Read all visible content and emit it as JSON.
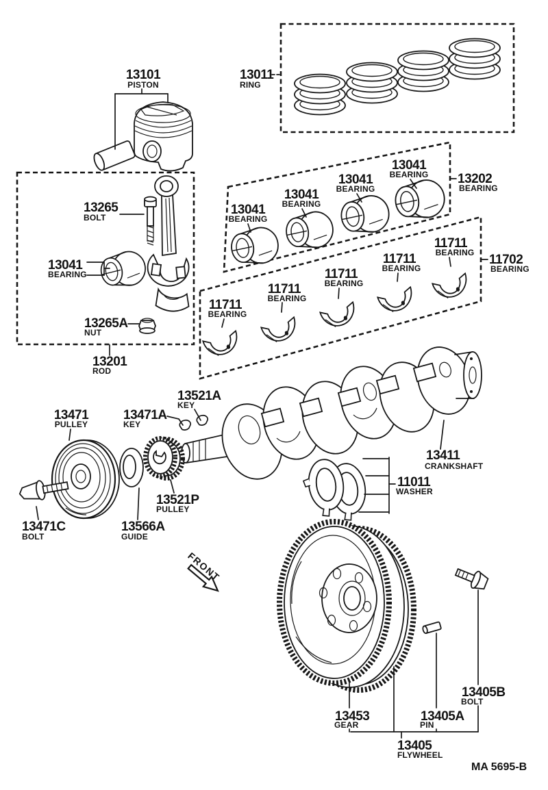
{
  "diagram": {
    "title_code": "MA 5695-B",
    "front_label": "FRONT",
    "parts": {
      "piston": {
        "num": "13101",
        "name": "PISTON"
      },
      "ring": {
        "num": "13011",
        "name": "RING"
      },
      "rod_bolt": {
        "num": "13265",
        "name": "BOLT"
      },
      "conrod_bearing": {
        "num": "13041",
        "name": "BEARING"
      },
      "rod_nut": {
        "num": "13265A",
        "name": "NUT"
      },
      "rod": {
        "num": "13201",
        "name": "ROD"
      },
      "conrod_bearing_set": {
        "num": "13202",
        "name": "BEARING"
      },
      "main_bearing": {
        "num": "11711",
        "name": "BEARING"
      },
      "main_bearing_set": {
        "num": "11702",
        "name": "BEARING"
      },
      "crank_key": {
        "num": "13521A",
        "name": "KEY"
      },
      "pulley_key": {
        "num": "13471A",
        "name": "KEY"
      },
      "crank_pulley": {
        "num": "13471",
        "name": "PULLEY"
      },
      "crankshaft": {
        "num": "13411",
        "name": "CRANKSHAFT"
      },
      "thrust_washer": {
        "num": "11011",
        "name": "WASHER"
      },
      "timing_pulley": {
        "num": "13521P",
        "name": "PULLEY"
      },
      "guide": {
        "num": "13566A",
        "name": "GUIDE"
      },
      "pulley_bolt": {
        "num": "13471C",
        "name": "BOLT"
      },
      "flywheel_gear": {
        "num": "13453",
        "name": "GEAR"
      },
      "flywheel_pin": {
        "num": "13405A",
        "name": "PIN"
      },
      "flywheel_bolt": {
        "num": "13405B",
        "name": "BOLT"
      },
      "flywheel": {
        "num": "13405",
        "name": "FLYWHEEL"
      }
    }
  }
}
